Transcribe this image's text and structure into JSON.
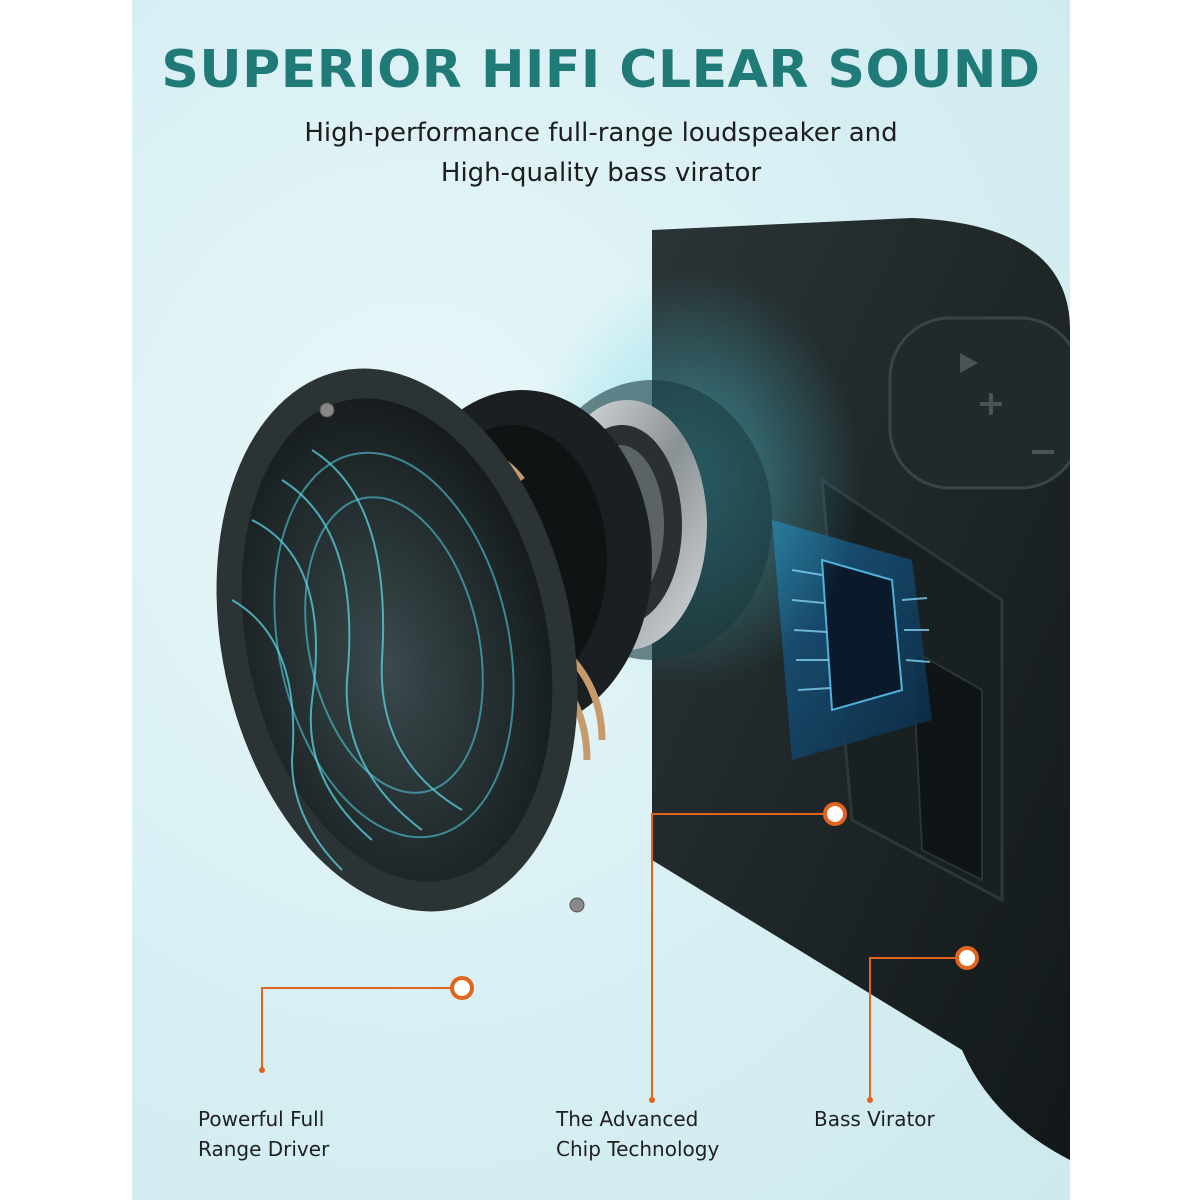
{
  "header": {
    "title": "SUPERIOR HIFI CLEAR SOUND",
    "subtitle_line1": "High-performance full-range loudspeaker and",
    "subtitle_line2": "High-quality bass virator"
  },
  "callouts": [
    {
      "line1": "Powerful Full",
      "line2": "Range Driver"
    },
    {
      "line1": "The Advanced",
      "line2": "Chip Technology"
    },
    {
      "line1": "Bass Virator",
      "line2": ""
    }
  ],
  "colors": {
    "accent": "#e2641f",
    "title": "#1f7a78",
    "background": "#d7eff3",
    "speaker_body": "#1b2325",
    "glow": "#35b7c8"
  },
  "icons": [
    "play-icon",
    "plus-icon",
    "minus-icon"
  ]
}
